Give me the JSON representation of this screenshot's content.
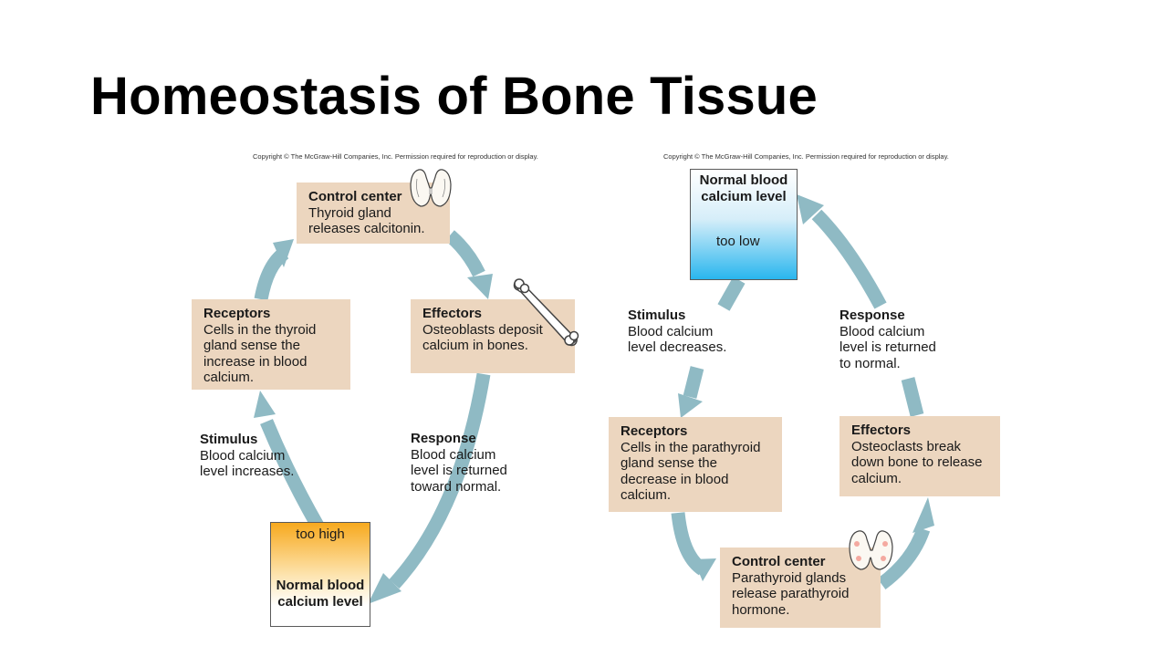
{
  "title": "Homeostasis of Bone Tissue",
  "left_diagram": {
    "copyright": "Copyright © The McGraw-Hill Companies, Inc. Permission required for reproduction or display.",
    "control_center": {
      "head": "Control center",
      "body": "Thyroid gland releases calcitonin."
    },
    "effectors": {
      "head": "Effectors",
      "body": "Osteoblasts deposit calcium in bones."
    },
    "receptors": {
      "head": "Receptors",
      "body": "Cells in the thyroid gland sense the increase in blood calcium."
    },
    "stimulus": {
      "head": "Stimulus",
      "body": "Blood calcium\nlevel increases."
    },
    "response": {
      "head": "Response",
      "body": "Blood calcium\nlevel is returned\ntoward normal."
    },
    "level": {
      "tag": "too high",
      "head": "Normal blood calcium level"
    }
  },
  "right_diagram": {
    "copyright": "Copyright © The McGraw-Hill Companies, Inc. Permission required for reproduction or display.",
    "level": {
      "head": "Normal blood calcium level",
      "tag": "too low"
    },
    "stimulus": {
      "head": "Stimulus",
      "body": "Blood calcium\nlevel decreases."
    },
    "response": {
      "head": "Response",
      "body": "Blood calcium\nlevel is returned\nto normal."
    },
    "receptors": {
      "head": "Receptors",
      "body": "Cells in the parathyroid gland sense the decrease in blood calcium."
    },
    "effectors": {
      "head": "Effectors",
      "body": "Osteoclasts break down bone to release calcium."
    },
    "control_center": {
      "head": "Control center",
      "body": "Parathyroid glands release parathyroid hormone."
    }
  },
  "icons": [
    "thyroid-gland-icon",
    "bone-icon",
    "parathyroid-gland-icon"
  ],
  "colors": {
    "box_fill": "#ecd6bf",
    "arrow": "#8fbac4",
    "too_high": "#f7a91e",
    "too_low": "#29b6ee"
  }
}
